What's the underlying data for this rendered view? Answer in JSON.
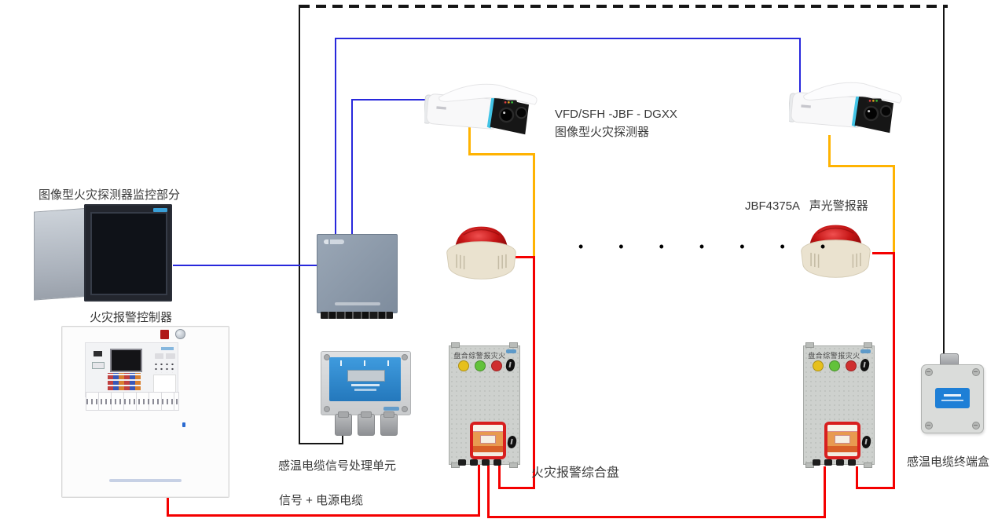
{
  "diagram": {
    "labels": {
      "monitor_section": "图像型火灾探测器监控部分",
      "controller": "火灾报警控制器",
      "camera_model": "VFD/SFH -JBF - DGXX",
      "camera_type": "图像型火灾探测器",
      "sounder_model": "JBF4375A   声光警报器",
      "signal_unit": "感温电缆信号处理单元",
      "signal_power_cable": "信号 + 电源电缆",
      "alarm_panel": "火灾报警综合盘",
      "terminal_box": "感温电缆终端盒"
    },
    "device_markings": {
      "alarm_panel_title": "盘合综警报灾火"
    },
    "more_devices": "• • • • • • •"
  },
  "colors": {
    "video": "#2828dc",
    "power": "#ffb302",
    "alarm": "#f40000",
    "sensing": "#151515"
  }
}
